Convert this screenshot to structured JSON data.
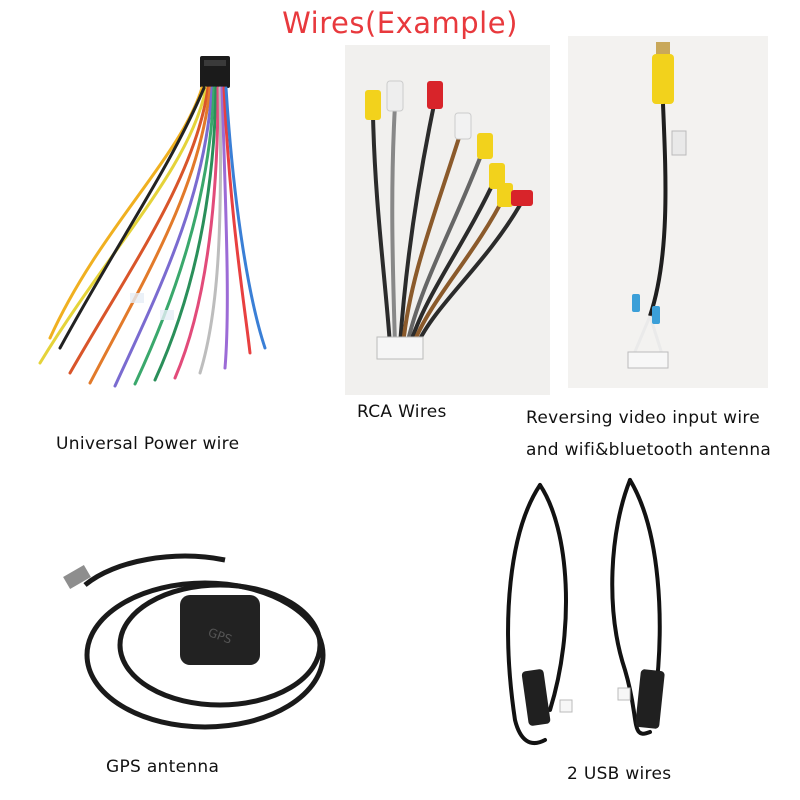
{
  "title": "Wires(Example)",
  "colors": {
    "title": "#e8393d",
    "caption": "#111111"
  },
  "items": [
    {
      "caption": "Universal Power wire"
    },
    {
      "caption": "RCA Wires"
    },
    {
      "caption_line1": "Reversing video input wire",
      "caption_line2": "and wifi&bluetooth antenna"
    },
    {
      "caption": "GPS antenna"
    },
    {
      "caption": "2 USB wires"
    }
  ],
  "gps_module_label": "GPS"
}
